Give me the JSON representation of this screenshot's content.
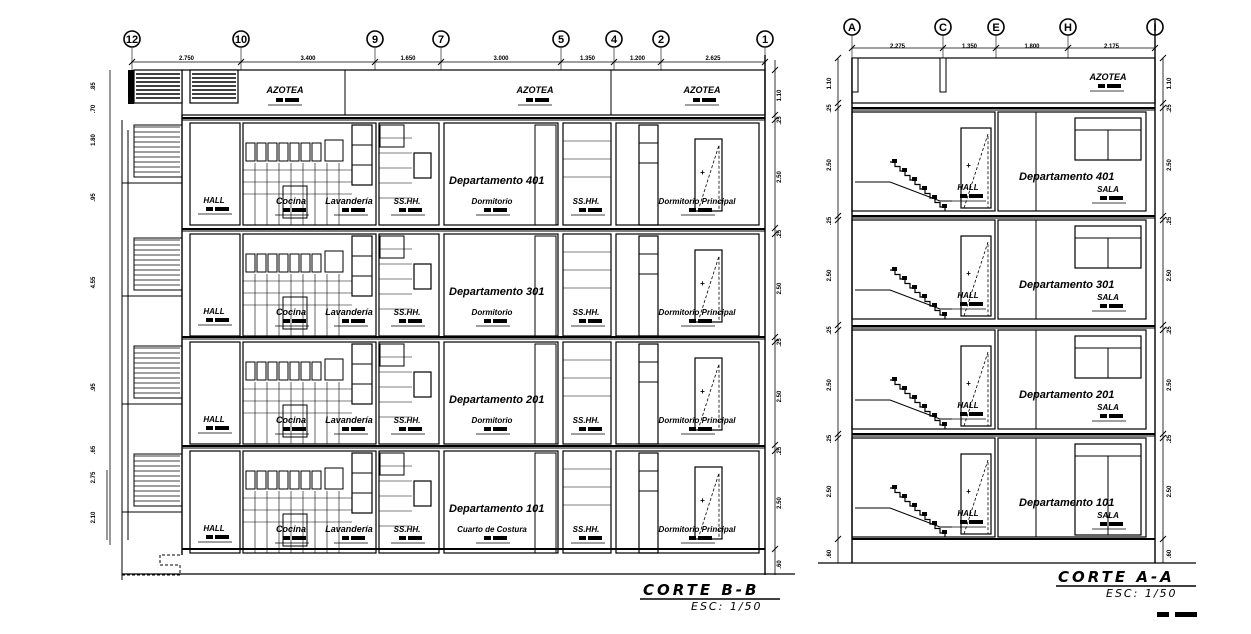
{
  "section_bb": {
    "axes": [
      "12",
      "10",
      "9",
      "7",
      "5",
      "4",
      "2",
      "1"
    ],
    "spans": [
      "2.750",
      "3.400",
      "1.650",
      "3.000",
      "1.350",
      "1.200",
      "2.625"
    ],
    "left_dims": [
      ".85",
      ".70",
      "1.80",
      ".95",
      "4.55",
      ".95",
      ".65",
      "2.75",
      "2.10"
    ],
    "right_dims": [
      "1.10",
      ".25",
      "2.50",
      ".25",
      "2.50",
      ".25",
      "2.50",
      ".25",
      "2.50",
      ".60"
    ],
    "roof": "AZOTEA",
    "floors": [
      {
        "apartment": "Departamento  401",
        "room_c": "Dormitorio"
      },
      {
        "apartment": "Departamento  301",
        "room_c": "Dormitorio"
      },
      {
        "apartment": "Departamento  201",
        "room_c": "Dormitorio"
      },
      {
        "apartment": "Departamento  101",
        "room_c": "Cuarto de Costura"
      }
    ],
    "rooms": {
      "hall": "HALL",
      "kitchen": "Cocina",
      "laundry": "Lavandería",
      "bath": "SS.HH.",
      "master": "Dormitorio Principal"
    },
    "title": "CORTE  B-B",
    "scale": "ESC:  1/50"
  },
  "section_aa": {
    "axes": [
      "A",
      "C",
      "E",
      "H",
      "I"
    ],
    "spans": [
      "2.275",
      "1.350",
      "1.800",
      "2.175"
    ],
    "left_dims": [
      "1.10",
      ".25",
      "2.50",
      ".25",
      "2.50",
      ".25",
      "2.50",
      ".25",
      "2.50",
      ".60"
    ],
    "right_dims": [
      "1.10",
      ".25",
      "2.50",
      ".25",
      "2.50",
      ".25",
      "2.50",
      ".25",
      "2.50",
      ".60"
    ],
    "roof": "AZOTEA",
    "floors": [
      {
        "apartment": "Departamento  401"
      },
      {
        "apartment": "Departamento  301"
      },
      {
        "apartment": "Departamento  201"
      },
      {
        "apartment": "Departamento  101"
      }
    ],
    "rooms": {
      "hall": "HALL",
      "living": "SALA"
    },
    "title": "CORTE  A-A",
    "scale": "ESC:  1/50"
  }
}
